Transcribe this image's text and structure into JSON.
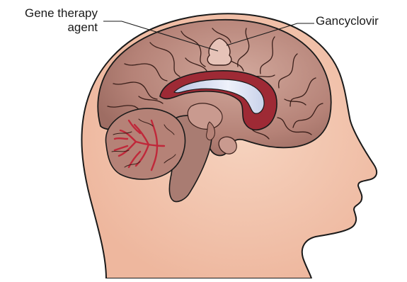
{
  "labels": {
    "gene_therapy_line1": "Gene therapy",
    "gene_therapy_line2": "agent",
    "gancyclovir": "Gancyclovir"
  },
  "colors": {
    "head_skin": "#f2c4ad",
    "head_outline": "#1a1a1a",
    "cortex": "#b8877c",
    "cortex_light": "#c99a8f",
    "ventricle_wall": "#9e2a35",
    "ventricle_fluid": "#d4dcef",
    "cerebellum_core": "#c0283a",
    "brainstem": "#a97c72"
  }
}
